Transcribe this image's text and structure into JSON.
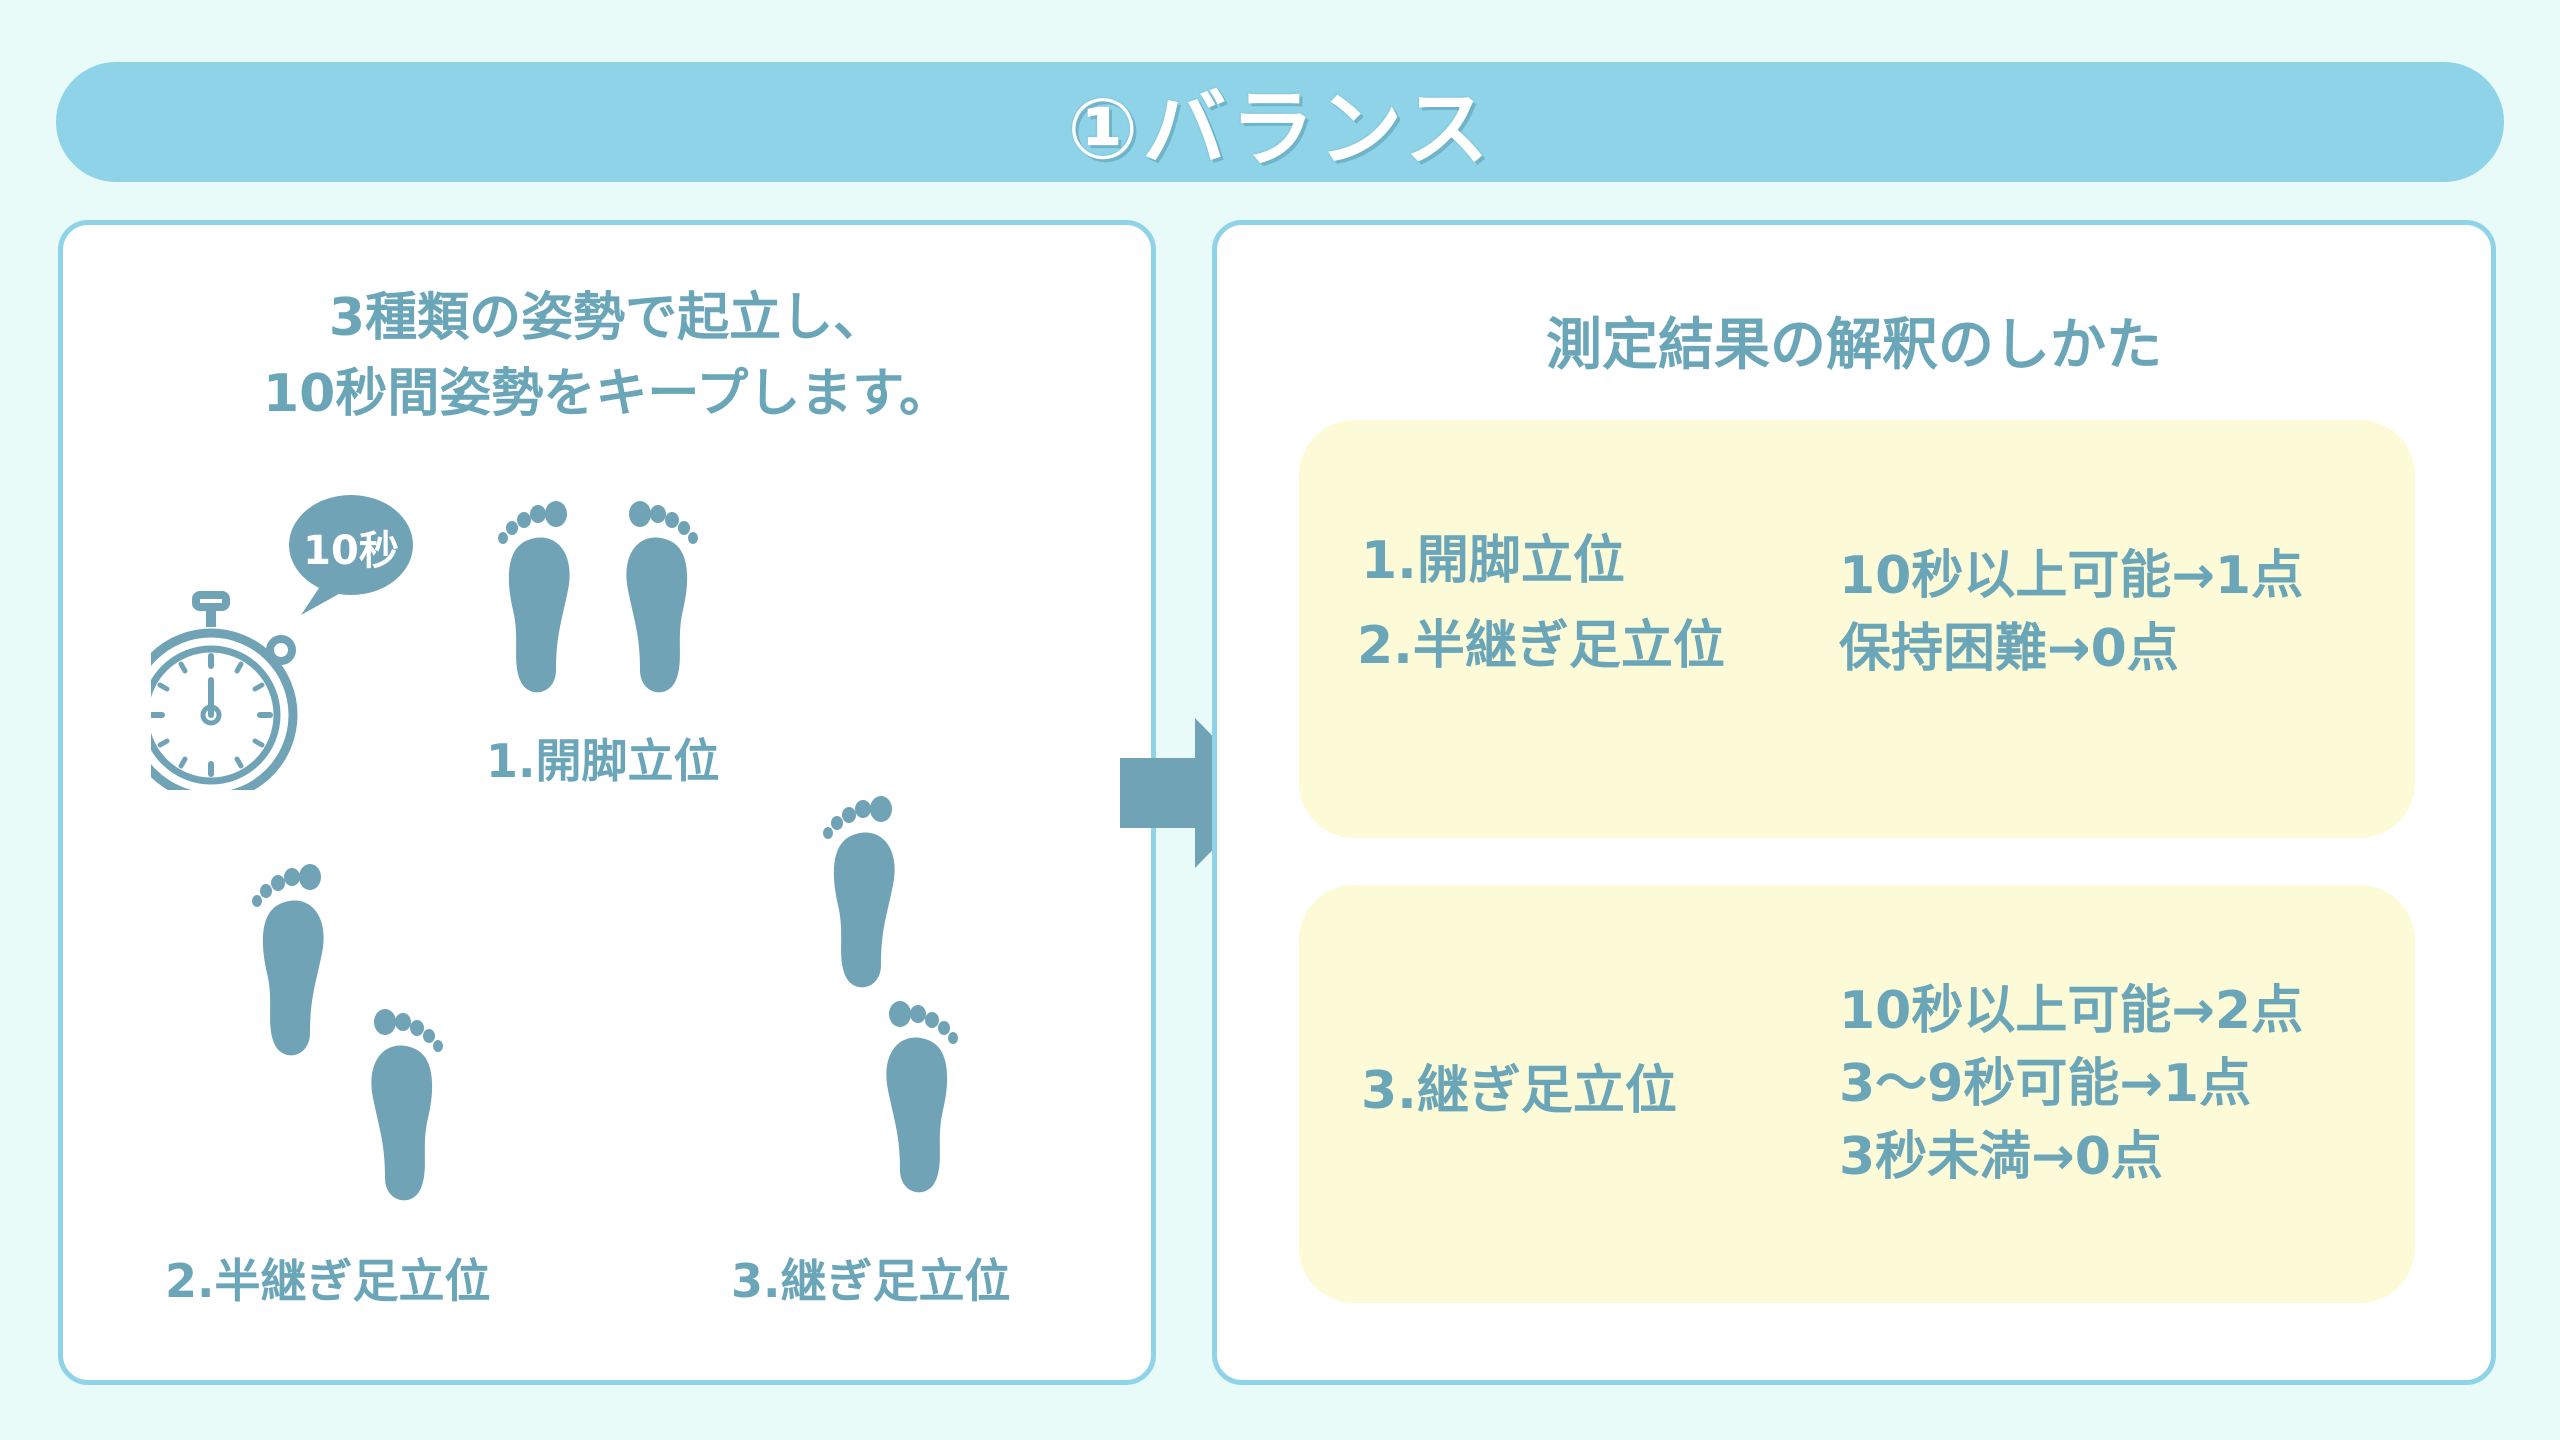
{
  "title": "①バランス",
  "left_panel": {
    "instruction_lines": [
      "3種類の姿勢で起立し、",
      "10秒間姿勢をキープします。"
    ],
    "stopwatch_bubble": "10秒",
    "postures": [
      {
        "label": "1.開脚立位"
      },
      {
        "label": "2.半継ぎ足立位"
      },
      {
        "label": "3.継ぎ足立位"
      }
    ]
  },
  "right_panel": {
    "heading": "測定結果の解釈のしかた",
    "box1": {
      "postures": [
        "1.開脚立位",
        "2.半継ぎ足立位"
      ],
      "results": [
        "10秒以上可能→1点",
        "保持困難→0点"
      ]
    },
    "box2": {
      "postures": [
        "3.継ぎ足立位"
      ],
      "results": [
        "10秒以上可能→2点",
        "3〜9秒可能→1点",
        "3秒未満→0点"
      ]
    }
  },
  "colors": {
    "background": "#e8fbf8",
    "title_bar": "#8fd3e8",
    "panel_border": "#8fd3e8",
    "text": "#6aa6b8",
    "icon": "#6fa3b5",
    "result_box": "#fdfad7",
    "arrow": "#6fa3b5"
  },
  "icons": [
    "stopwatch-icon",
    "speech-bubble-icon",
    "footprint-icon",
    "arrow-right-icon"
  ]
}
